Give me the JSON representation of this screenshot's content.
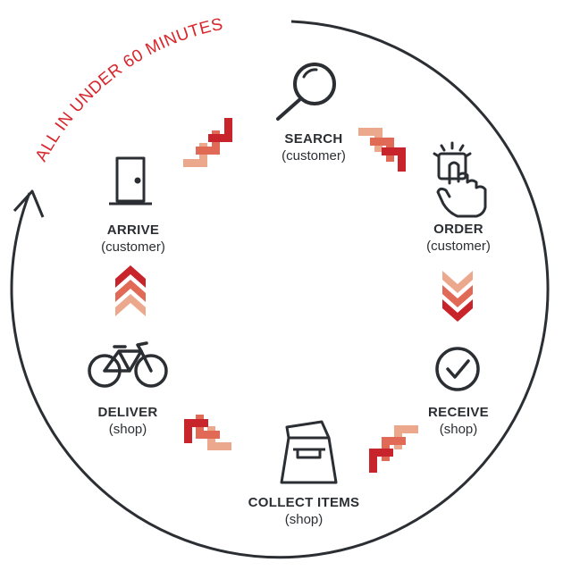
{
  "headline": "ALL IN UNDER 60 MINUTES",
  "colors": {
    "accent": "#d7262c",
    "arrow_dark": "#c8242b",
    "arrow_mid": "#e06a55",
    "arrow_light": "#eba88d",
    "ink": "#2b2f33"
  },
  "steps": [
    {
      "title": "SEARCH",
      "role": "(customer)",
      "icon": "magnifier-icon"
    },
    {
      "title": "ORDER",
      "role": "(customer)",
      "icon": "tap-finger-icon"
    },
    {
      "title": "RECEIVE",
      "role": "(shop)",
      "icon": "check-circle-icon"
    },
    {
      "title": "COLLECT ITEMS",
      "role": "(shop)",
      "icon": "shopping-bag-icon"
    },
    {
      "title": "DELIVER",
      "role": "(shop)",
      "icon": "bicycle-icon"
    },
    {
      "title": "ARRIVE",
      "role": "(customer)",
      "icon": "door-icon"
    }
  ]
}
